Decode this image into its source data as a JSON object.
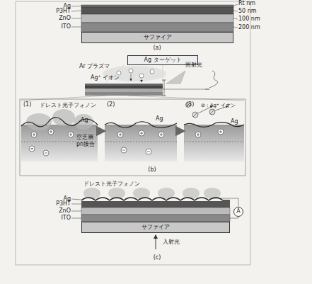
{
  "diagram": {
    "nodes": [
      {
        "text": [
          "サファイア"
        ]
      },
      {
        "text": [
          "Ag ターゲット"
        ]
      },
      {
        "text": [
          "(1)",
          "ドレスト光子フォノン",
          "Ag",
          "空乏層",
          "pn接合"
        ]
      },
      {
        "text": [
          "(2)",
          "Ag"
        ]
      },
      {
        "text": [
          "(3)",
          "⊘ : Ag⁺ イオン",
          "Ag"
        ]
      },
      {
        "text": [
          "サファイア"
        ]
      },
      {
        "text": [
          "A"
        ]
      }
    ],
    "edges": [
      {
        "from": 2,
        "to": 3,
        "arrow": "to"
      },
      {
        "from": 3,
        "to": 4,
        "arrow": "to"
      }
    ],
    "labels": [
      "Ag",
      "P3HT",
      "ZnO",
      "ITO",
      "Rt nm",
      "50 nm",
      "100 nm",
      "200 nm",
      "(a)",
      "Ar プラズマ",
      "照射光",
      "Ag⁺ イオン",
      "(b)",
      "ドレスト光子フォノン",
      "Ag",
      "P3HT",
      "ZnO",
      "ITO",
      "入射光",
      "(c)"
    ]
  }
}
